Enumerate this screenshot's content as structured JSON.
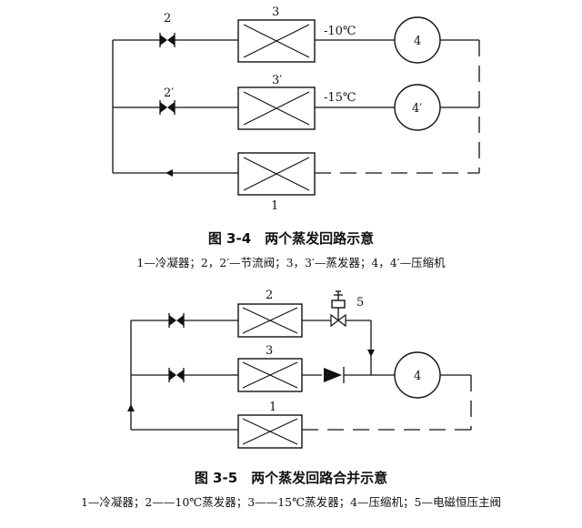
{
  "figure1": {
    "labels": {
      "valve2": "2",
      "evap3": "3",
      "temp3": "-10℃",
      "comp4": "4",
      "valve2p": "2′",
      "evap3p": "3′",
      "temp3p": "-15℃",
      "comp4p": "4′",
      "cond1": "1"
    },
    "caption_title": "图 3-4　两个蒸发回路示意",
    "caption_legend": "1—冷凝器；2，2′—节流阀；3，3′—蒸发器；4，4′—压缩机"
  },
  "figure2": {
    "labels": {
      "evap2": "2",
      "solenoid5": "5",
      "evap3": "3",
      "comp4": "4",
      "cond1": "1"
    },
    "caption_title": "图 3-5　两个蒸发回路合并示意",
    "caption_legend": "1—冷凝器；2——10℃蒸发器；3——15℃蒸发器；4—压缩机；5—电磁恒压主阀"
  }
}
